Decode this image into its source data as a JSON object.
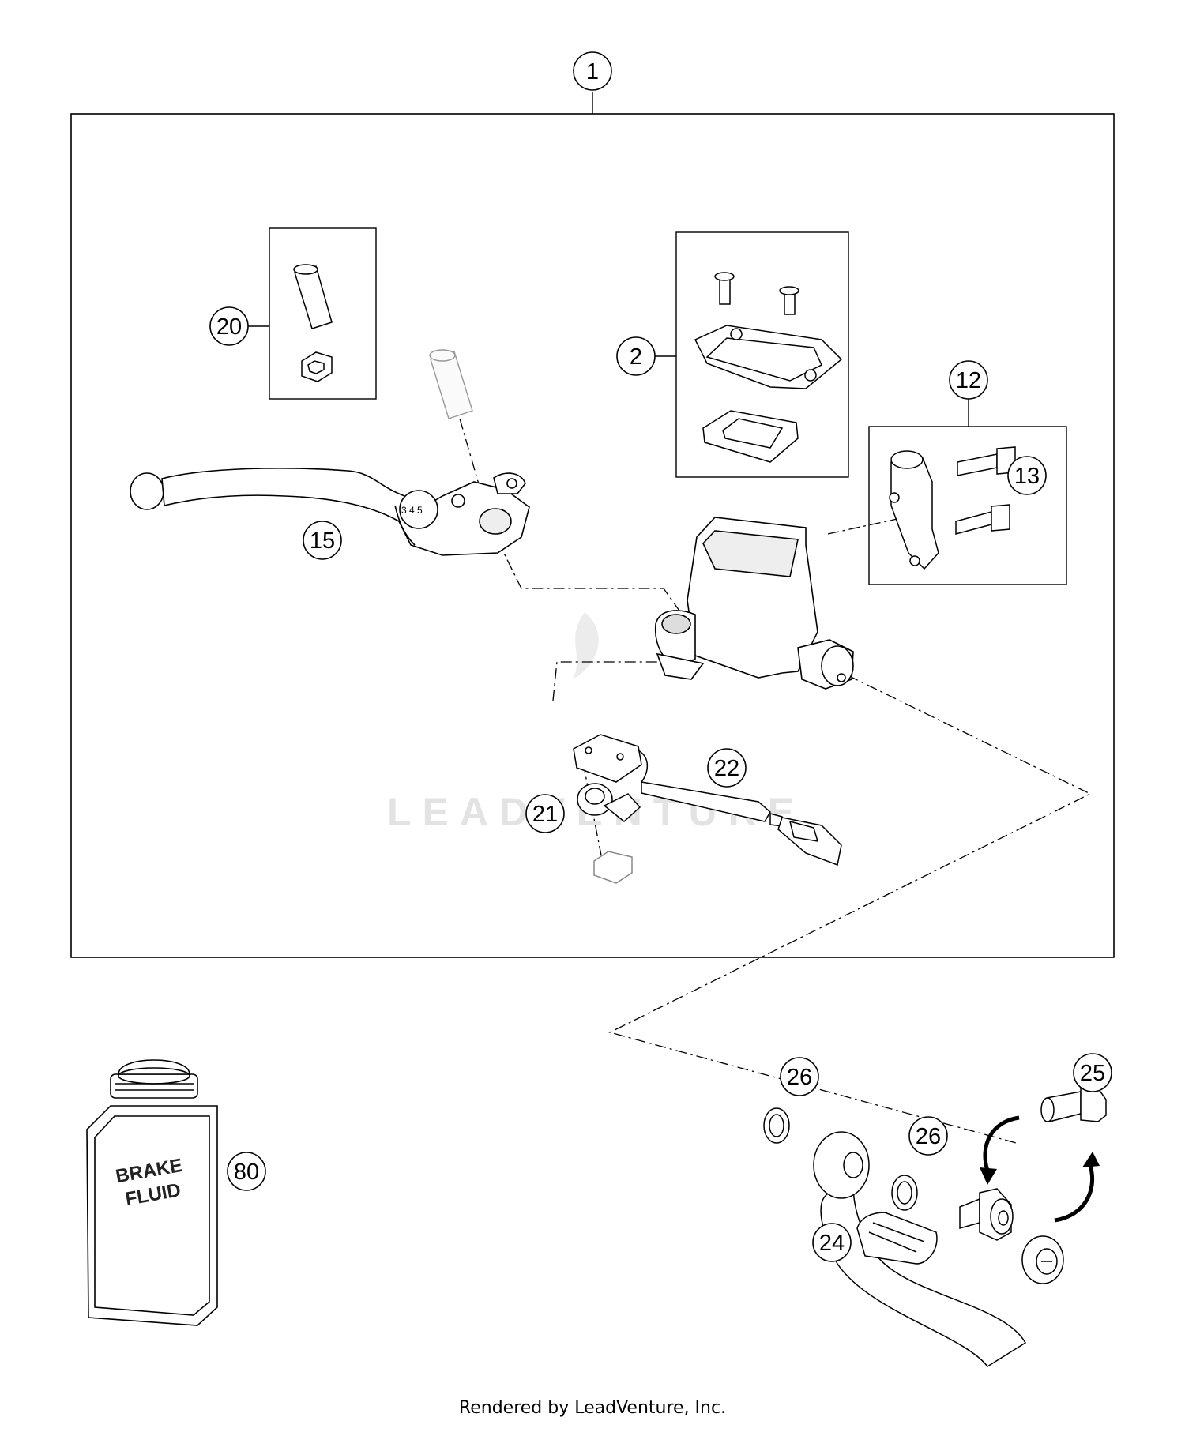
{
  "diagram": {
    "callouts": {
      "c1": "1",
      "c2": "2",
      "c12": "12",
      "c13": "13",
      "c15": "15",
      "c20": "20",
      "c21": "21",
      "c22": "22",
      "c24": "24",
      "c25": "25",
      "c26a": "26",
      "c26b": "26",
      "c80": "80"
    },
    "can_label": {
      "line1": "BRAKE",
      "line2": "FLUID"
    },
    "watermark": "LEADVENTURE"
  },
  "footer": {
    "credit": "Rendered by LeadVenture, Inc."
  }
}
